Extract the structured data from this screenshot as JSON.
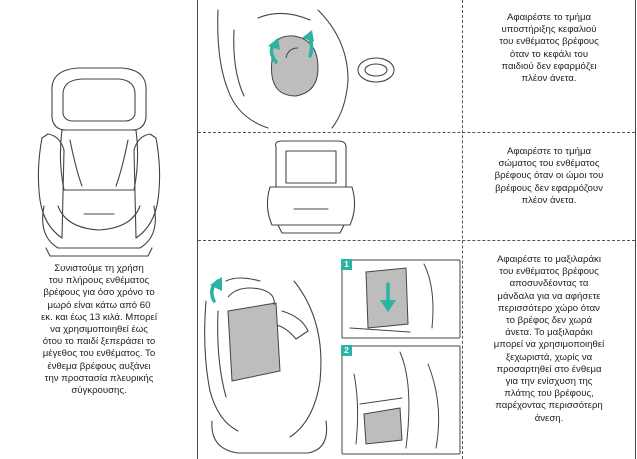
{
  "left_panel": {
    "text": "Συνιστούμε τη χρήση\nτου πλήρους ενθέματος\nβρέφους για όσο χρόνο το\nμωρό είναι κάτω από 60\nεκ. και έως 13 κιλά. Μπορεί\nνα χρησιμοποιηθεί έως\nότου το παιδί ξεπεράσει το\nμέγεθος του ενθέματος. Το\nένθεμα βρέφους αυξάνει\nτην προστασία πλευρικής\nσύγκρουσης."
  },
  "steps": [
    {
      "text": "Αφαιρέστε το τμήμα\nυποστήριξης κεφαλιού\nτου ενθέματος βρέφους\nόταν το κεφάλι του\nπαιδιού δεν εφαρμόζει\nπλέον άνετα."
    },
    {
      "text": "Αφαιρέστε το τμήμα\nσώματος του ενθέματος\nβρέφους όταν οι ώμοι του\nβρέφους δεν εφαρμόζουν\nπλέον άνετα."
    },
    {
      "text": "Αφαιρέστε το μαξιλαράκι\nτου ενθέματος βρέφους\nαποσυνδέοντας τα\nμάνδαλα για να αφήσετε\nπερισσότερο χώρο όταν\nτο βρέφος δεν χωρά\nάνετα. Το μαξιλαράκι\nμπορεί να χρησιμοποιηθεί\nξεχωριστά, χωρίς να\nπροσαρτηθεί στο ένθεμα\nγια την ενίσχυση της\nπλάτης του βρέφους,\nπαρέχοντας περισσότερη\nάνεση."
    }
  ],
  "badges": [
    "1",
    "2"
  ],
  "colors": {
    "accent": "#2bb3a3",
    "line": "#444444",
    "fill": "#bdbdbd"
  }
}
